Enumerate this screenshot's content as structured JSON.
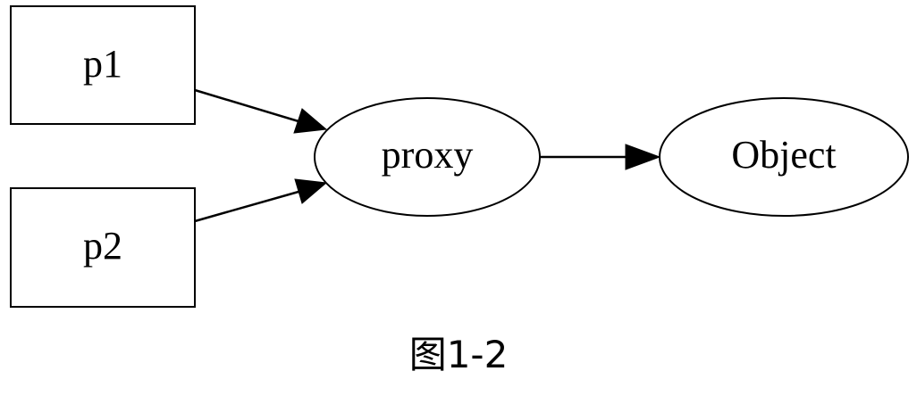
{
  "diagram": {
    "nodes": [
      {
        "id": "p1",
        "label": "p1",
        "shape": "box"
      },
      {
        "id": "p2",
        "label": "p2",
        "shape": "box"
      },
      {
        "id": "proxy",
        "label": "proxy",
        "shape": "ellipse"
      },
      {
        "id": "object",
        "label": "Object",
        "shape": "ellipse"
      }
    ],
    "edges": [
      {
        "from": "p1",
        "to": "proxy"
      },
      {
        "from": "p2",
        "to": "proxy"
      },
      {
        "from": "proxy",
        "to": "object"
      }
    ]
  },
  "caption": "图1-2"
}
